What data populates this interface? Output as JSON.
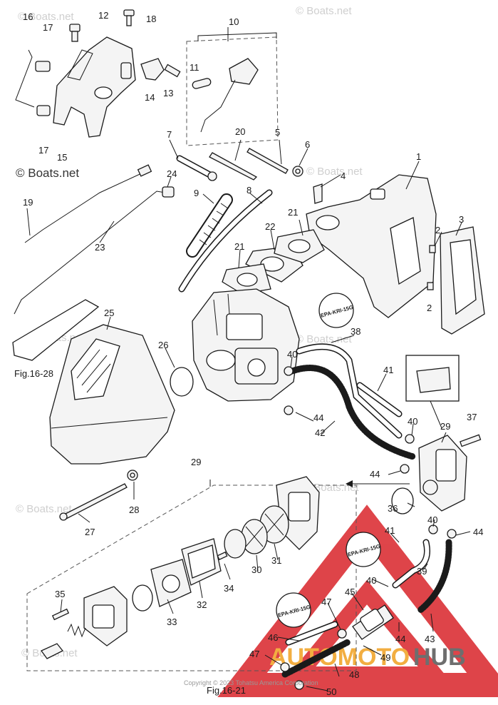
{
  "watermarks": {
    "boats_net": "© Boats.net",
    "brand_main": "AUTOMOTO",
    "brand_suffix": "HUB"
  },
  "copyright": "Copyright © 2023 Tohatsu America Corporation",
  "figure_refs": {
    "fig_16_28": "Fig.16-28",
    "fig_16_21": "Fig.16-21"
  },
  "stamps": {
    "epa": "EPA-KRI-15G"
  },
  "callouts": [
    "1",
    "2",
    "3",
    "4",
    "5",
    "6",
    "7",
    "8",
    "9",
    "10",
    "11",
    "12",
    "13",
    "14",
    "15",
    "16",
    "17",
    "18",
    "19",
    "20",
    "21",
    "22",
    "23",
    "24",
    "25",
    "26",
    "27",
    "28",
    "29",
    "30",
    "31",
    "32",
    "33",
    "34",
    "35",
    "36",
    "37",
    "38",
    "39",
    "40",
    "41",
    "42",
    "43",
    "44",
    "45",
    "46",
    "47",
    "48",
    "49",
    "50"
  ],
  "colors": {
    "brand_red": "#d9242a",
    "brand_orange": "#f0a020",
    "brand_grey": "#555555"
  }
}
